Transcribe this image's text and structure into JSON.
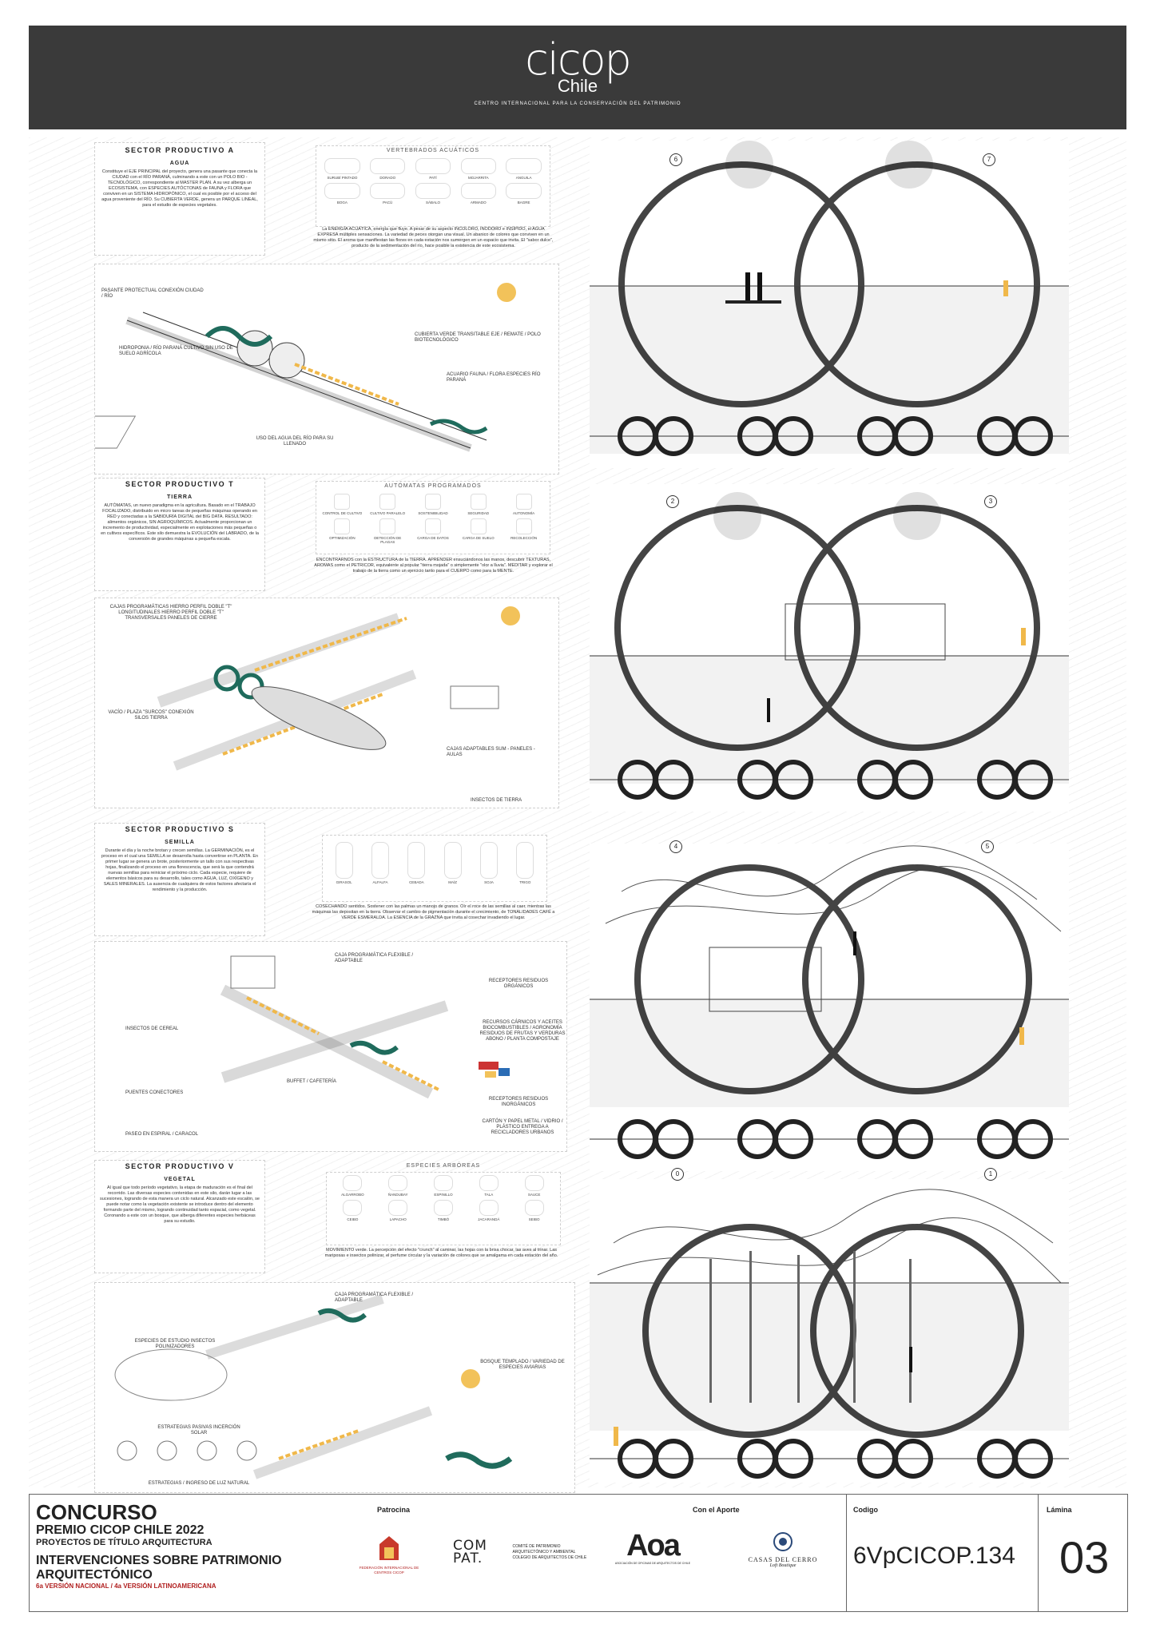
{
  "header": {
    "logo_word": "cicop",
    "logo_country": "Chile",
    "logo_sub": "CENTRO INTERNACIONAL PARA LA CONSERVACIÓN DEL PATRIMONIO"
  },
  "sectors": [
    {
      "title": "SECTOR PRODUCTIVO A",
      "subtitle": "AGUA",
      "body": "Constituye el EJE PRINCIPAL del proyecto, genera una pasante que conecta la CIUDAD con el RÍO PARANÁ, culminando a este con un POLO BIO - TECNOLÓGICO, correspondiente al MASTER PLAN. A su vez alberga un ECOSISTEMA, con ESPECIES AUTÓCTONAS de FAUNA y FLORA que conviven en un SISTEMA HIDROPÓNICO, el cual es posible por el acceso del agua proveniente del RÍO. Su CUBIERTA VERDE, genera un PARQUE LINEAL, para el estudio de especies vegetales.",
      "box_title": "VERTEBRADOS ACUÁTICOS",
      "box_items": [
        "SURUBÍ PINTADO",
        "DORADO",
        "PATÍ",
        "MOJARRITA",
        "ANGUILA",
        "BOGA",
        "PACÚ",
        "SÁBALO",
        "ARMADO",
        "BAGRE"
      ],
      "box_text": "La ENERGÍA ACUÁTICA, energía que fluye. A pesar de su aspecto INCOLORO, INODORO e INSÍPIDO, el AGUA EXPRESA múltiples sensaciones. La variedad de peces otorgan una visual. Un abanico de colores que conviven en un mismo sitio. El aroma que manifiestan las flores en cada estación nos sumergen en un espacio que invita. El \"sabor dulce\", producto de la sedimentación del río, hace posible la existencia de este ecosistema.",
      "labels": [
        "PASANTE PROTECTUAL CONEXIÓN CIUDAD / RÍO",
        "HIDROPONIA / RÍO PARANÁ CULTIVO SIN USO DE SUELO AGRÍCOLA",
        "CUBIERTA VERDE TRANSITABLE EJE / REMATE / POLO BIOTECNOLÓGICO",
        "ACUARIO FAUNA / FLORA ESPECIES RÍO PARANÁ",
        "USO DEL AGUA DEL RÍO PARA SU LLENADO"
      ]
    },
    {
      "title": "SECTOR PRODUCTIVO T",
      "subtitle": "TIERRA",
      "body": "AUTÓMATAS, un nuevo paradigma en la agricultura. Basado en el TRABAJO FOCALIZADO, distribuido en micro tareas de pequeñas máquinas operando en RED y conectadas a la SABIDURÍA DIGITAL del BIG DATA. RESULTADO: alimentos orgánicos, SIN AGROQUÍMICOS. Actualmente proporcionan un incremento de productividad, especialmente en explotaciones más pequeñas o en cultivos específicos. Este silo demuestra la EVOLUCIÓN del LABRADO, de la conversión de grandes máquinas a pequeña escala.",
      "box_title": "AUTÓMATAS PROGRAMADOS",
      "box_items": [
        "CONTROL DE CULTIVO",
        "CULTIVO PARALELO",
        "SOSTENIBILIDAD",
        "SEGURIDAD",
        "AUTONOMÍA",
        "OPTIMIZACIÓN",
        "DETECCIÓN DE PLAGAS",
        "CARGA DE DATOS",
        "CARGA DE SUELO",
        "RECOLECCIÓN"
      ],
      "box_text": "ENCONTRARNOS con la ESTRUCTURA de la TIERRA. APRENDER ensuciándonos las manos, descubrir TEXTURAS, AROMAS como el PETRICOR, equivalente al popular \"tierra mojada\" o simplemente \"olor a lluvia\". MEDITAR y explorar el trabajo de la tierra como un ejercicio tanto para el CUERPO como para la MENTE.",
      "labels": [
        "CAJAS PROGRAMÁTICAS HIERRO PERFIL DOBLE \"T\" LONGITUDINALES HIERRO PERFIL DOBLE \"T\" TRANSVERSALES PANELES DE CIERRE",
        "VACÍO / PLAZA \"SURCOS\" CONEXIÓN SILOS TIERRA",
        "CAJAS ADAPTABLES SUM - PANELES - AULAS",
        "INSECTOS DE TIERRA"
      ]
    },
    {
      "title": "SECTOR PRODUCTIVO S",
      "subtitle": "SEMILLA",
      "body": "Durante el día y la noche brotan y crecen semillas. La GERMINACIÓN, es el proceso en el cual una SEMILLA se desarrolla hasta convertirse en PLANTA. En primer lugar se genera un brote, posteriormente un tallo con sus respectivas hojas, finalizando el proceso en una florescencia, que será la que contendrá nuevas semillas para reiniciar el próximo ciclo. Cada especie, requiere de elementos básicos para su desarrollo, tales como AGUA, LUZ, OXÍGENO y SALES MINERALES. La ausencia de cualquiera de estos factores afectaría el rendimiento y la producción.",
      "box_title": "",
      "box_items": [
        "GIRASOL",
        "ALFALFA",
        "CEBADA",
        "MAÍZ",
        "SOJA",
        "TRIGO"
      ],
      "box_text": "COSECHANDO sentidos. Sostener con las palmas un manojo de granos. Oír el roce de las semillas al caer, mientras las máquinas las depositan en la tierra. Observar el cambio de pigmentación durante el crecimiento, de TONALIDADES CAFÉ a VERDE ESMERALDA. La ESENCIA de la GRAZNA que invita al cosechar invadiendo el lugar.",
      "labels": [
        "CAJA PROGRAMÁTICA FLEXIBLE / ADAPTABLE",
        "RECEPTORES RESIDUOS ORGÁNICOS",
        "INSECTOS DE CEREAL",
        "RECURSOS CÁRNICOS Y ACEITES BIOCOMBUSTIBLES / AGRONOMÍA RESIDUOS DE FRUTAS Y VERDURAS ABONO / PLANTA COMPOSTAJE",
        "BUFFET / CAFETERÍA",
        "PUENTES CONECTORES",
        "RECEPTORES RESIDUOS INORGÁNICOS",
        "CARTÓN Y PAPEL METAL / VIDRIO / PLÁSTICO ENTREGA A RECICLADORES URBANOS",
        "PASEO EN ESPIRAL / CARACOL"
      ]
    },
    {
      "title": "SECTOR PRODUCTIVO V",
      "subtitle": "VEGETAL",
      "body": "Al igual que todo período vegetativo, la etapa de maduración es el final del recorrido. Las diversas especies contenidas en este silo, darán lugar a las sucesiones, logrando de esta manera un ciclo natural. Alcanzado este escalón, se puede notar como la vegetación existente se introduce dentro del elemento formando parte del mismo, logrando continuidad tanto espacial, como vegetal. Coronando a este con un bosque, que alberga diferentes especies herbáceas para su estudio.",
      "box_title": "ESPECIES ARBÓREAS",
      "box_items": [
        "ALGARROBO",
        "ÑANDUBAY",
        "ESPINILLO",
        "TALA",
        "SAUCE",
        "CEIBO",
        "LAPACHO",
        "TIMBÓ",
        "JACARANDÁ",
        "SEIBO"
      ],
      "box_text": "MOVIMIENTO verde. La percepción del efecto \"crunch\" al caminar, las hojas con la brisa chocar, las aves al trinar. Las mariposas e insectos polinizar, el perfume circular y la variación de colores que se amalgama en cada estación del año.",
      "labels": [
        "CAJA PROGRAMÁTICA FLEXIBLE / ADAPTABLE",
        "ESPECIES DE ESTUDIO INSECTOS POLINIZADORES",
        "BOSQUE TEMPLADO / VARIEDAD DE ESPECIES AVIARIAS",
        "ESTRATEGIAS PASIVAS INCERCIÓN SOLAR",
        "ESTRATEGIAS / INGRESO DE LUZ NATURAL"
      ]
    }
  ],
  "sections": [
    {
      "left_num": "6",
      "right_num": "7"
    },
    {
      "left_num": "2",
      "right_num": "3"
    },
    {
      "left_num": "4",
      "right_num": "5"
    },
    {
      "left_num": "0",
      "right_num": "1"
    }
  ],
  "footer": {
    "concurso": "CONCURSO",
    "premio": "PREMIO CICOP CHILE  2022",
    "proyectos": "PROYECTOS DE TÍTULO ARQUITECTURA",
    "intervenciones": "INTERVENCIONES SOBRE PATRIMONIO",
    "arquitectonico": "ARQUITECTÓNICO",
    "version": "6a VERSIÓN NACIONAL / 4a VERSIÓN LATINOAMERICANA",
    "patrocina": "Patrocina",
    "aporte": "Con el Aporte",
    "sponsor_1": "FEDERACIÓN INTERNACIONAL DE CENTROS CICOP",
    "sponsor_2": "COM PAT.",
    "sponsor_2_sub": "COMITÉ DE PATRIMONIO ARQUITECTÓNICO Y AMBIENTAL COLEGIO DE ARQUITECTOS DE CHILE",
    "sponsor_3": "Aoa",
    "sponsor_3_sub": "ASOCIACIÓN DE OFICINAS DE ARQUITECTOS DE CHILE",
    "sponsor_4": "CASAS DEL CERRO",
    "sponsor_4_sub": "Loft Boutique",
    "codigo_label": "Codigo",
    "codigo_value": "6VpCICOP.134",
    "lamina_label": "Lámina",
    "lamina_value": "03"
  }
}
